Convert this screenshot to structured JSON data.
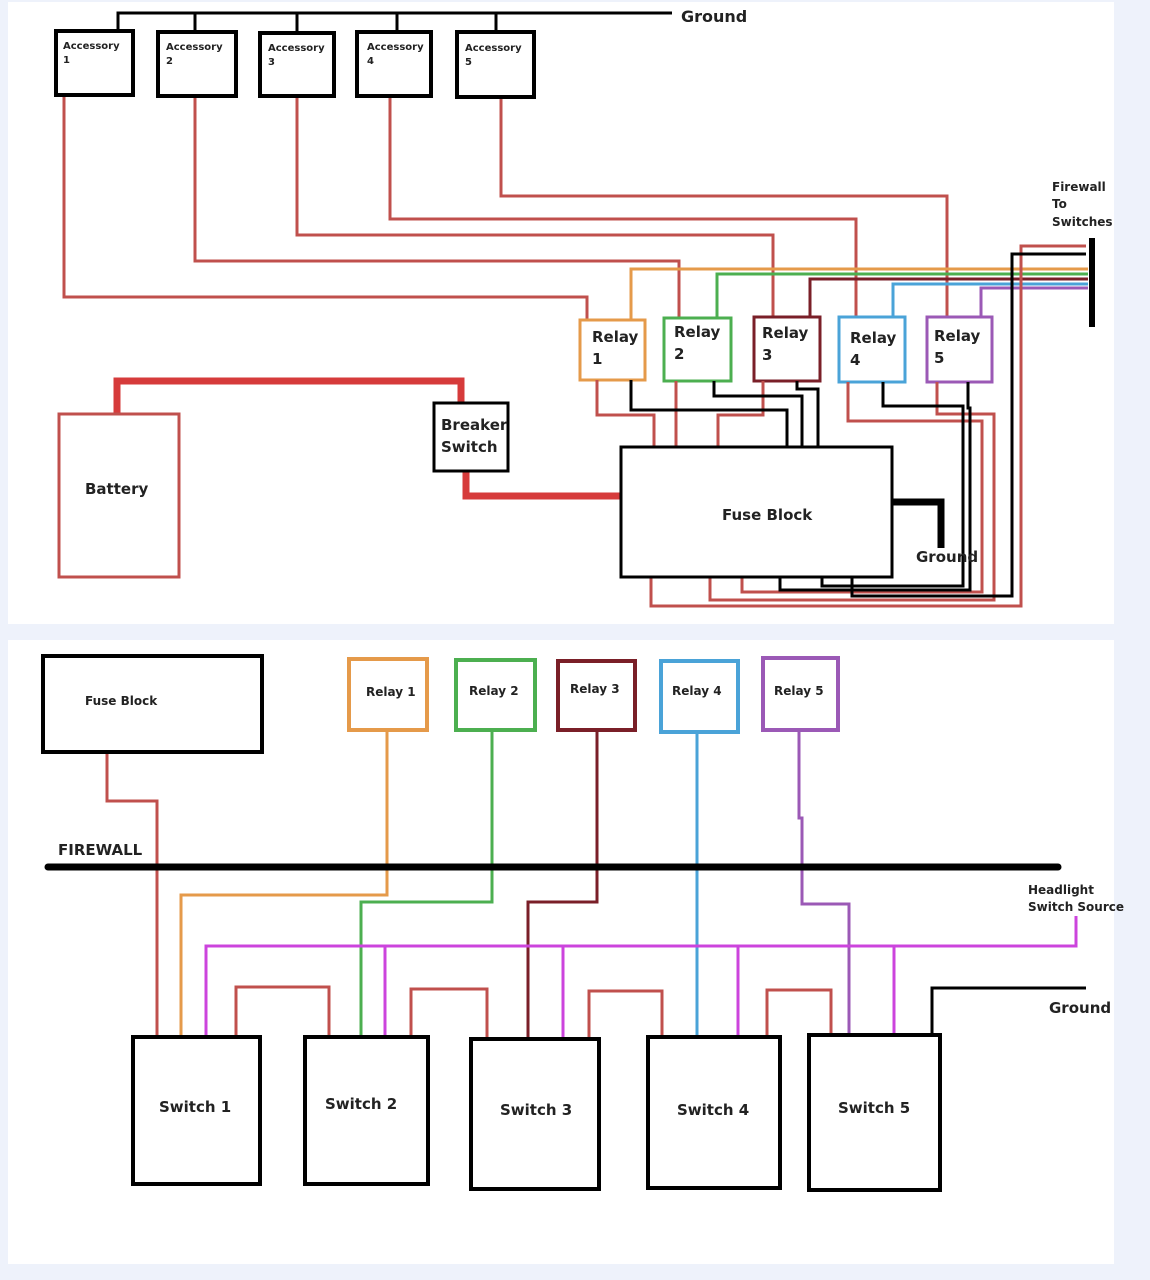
{
  "top": {
    "ground_label": "Ground",
    "accessories": [
      {
        "line1": "Accessory",
        "line2": "1"
      },
      {
        "line1": "Accessory",
        "line2": "2"
      },
      {
        "line1": "Accessory",
        "line2": "3"
      },
      {
        "line1": "Accessory",
        "line2": "4"
      },
      {
        "line1": "Accessory",
        "line2": "5"
      }
    ],
    "relays": [
      {
        "line1": "Relay",
        "line2": "1"
      },
      {
        "line1": "Relay",
        "line2": "2"
      },
      {
        "line1": "Relay",
        "line2": "3"
      },
      {
        "line1": "Relay",
        "line2": "4"
      },
      {
        "line1": "Relay",
        "line2": "5"
      }
    ],
    "firewall_note": {
      "line1": "Firewall",
      "line2": "To",
      "line3": "Switches"
    },
    "battery_label": "Battery",
    "breaker": {
      "line1": "Breaker",
      "line2": "Switch"
    },
    "fuse_block_label": "Fuse Block",
    "fuse_ground_label": "Ground"
  },
  "bottom": {
    "fuse_block_label": "Fuse Block",
    "relays": [
      "Relay 1",
      "Relay 2",
      "Relay 3",
      "Relay 4",
      "Relay 5"
    ],
    "firewall_label": "FIREWALL",
    "headlight": {
      "line1": "Headlight",
      "line2": "Switch Source"
    },
    "ground_label": "Ground",
    "switches": [
      "Switch 1",
      "Switch 2",
      "Switch 3",
      "Switch 4",
      "Switch 5"
    ]
  },
  "colors": {
    "red": "#c0504d",
    "bus_red": "#d63b3b",
    "orange": "#e59a4a",
    "green": "#4caf50",
    "maroon": "#7a1f28",
    "blue": "#4aa3d8",
    "purple": "#9b59b6",
    "magenta": "#cc44dd",
    "black": "#000000"
  }
}
